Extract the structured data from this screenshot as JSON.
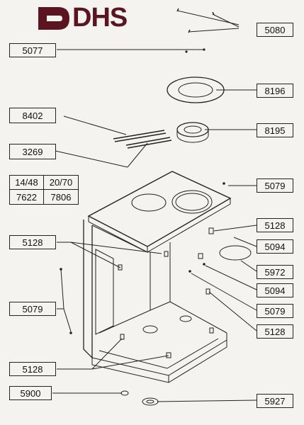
{
  "logo": {
    "text": "DHS",
    "color": "#5a1520"
  },
  "part_labels": {
    "p5080": "5080",
    "p5077": "5077",
    "p8196": "8196",
    "p8402": "8402",
    "p8195": "8195",
    "p3269": "3269",
    "p5079a": "5079",
    "p5128a": "5128",
    "p5128b": "5128",
    "p5094a": "5094",
    "p5972": "5972",
    "p5094b": "5094",
    "p5079b": "5079",
    "p5079c": "5079",
    "p5128c": "5128",
    "p5128d": "5128",
    "p5900": "5900",
    "p5927": "5927"
  },
  "model_table": [
    "14/48",
    "20/70",
    "7622",
    "7806"
  ]
}
